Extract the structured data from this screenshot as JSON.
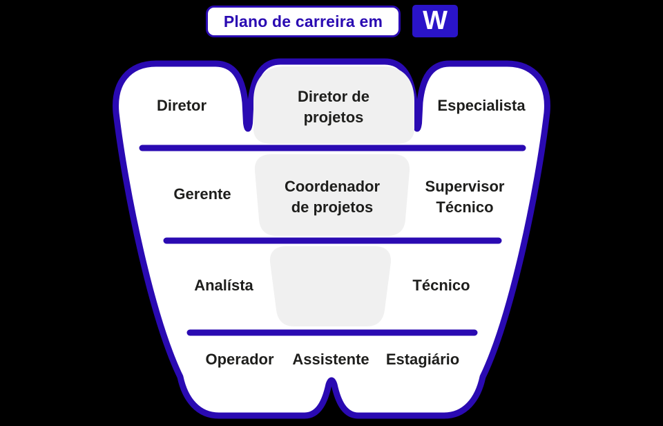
{
  "header": {
    "title": "Plano de carreira em",
    "badge_letter": "W"
  },
  "colors": {
    "background": "#000000",
    "outline_indigo": "#2a0ab2",
    "badge_background": "#2a14c8",
    "shape_fill": "#ffffff",
    "highlight_box_fill": "#f0f0f0",
    "label_text": "#1e1e1c",
    "title_text": "#2a0ab2"
  },
  "levels": {
    "row1": {
      "left": "Diretor",
      "middle": [
        "Diretor de",
        "projetos"
      ],
      "right": "Especialista"
    },
    "row2": {
      "left": "Gerente",
      "middle": [
        "Coordenador",
        "de projetos"
      ],
      "right": [
        "Supervisor",
        "Técnico"
      ]
    },
    "row3": {
      "left": "Analísta",
      "right": "Técnico"
    },
    "row4": {
      "left": "Operador",
      "middle": "Assistente",
      "right": "Estagiário"
    }
  }
}
